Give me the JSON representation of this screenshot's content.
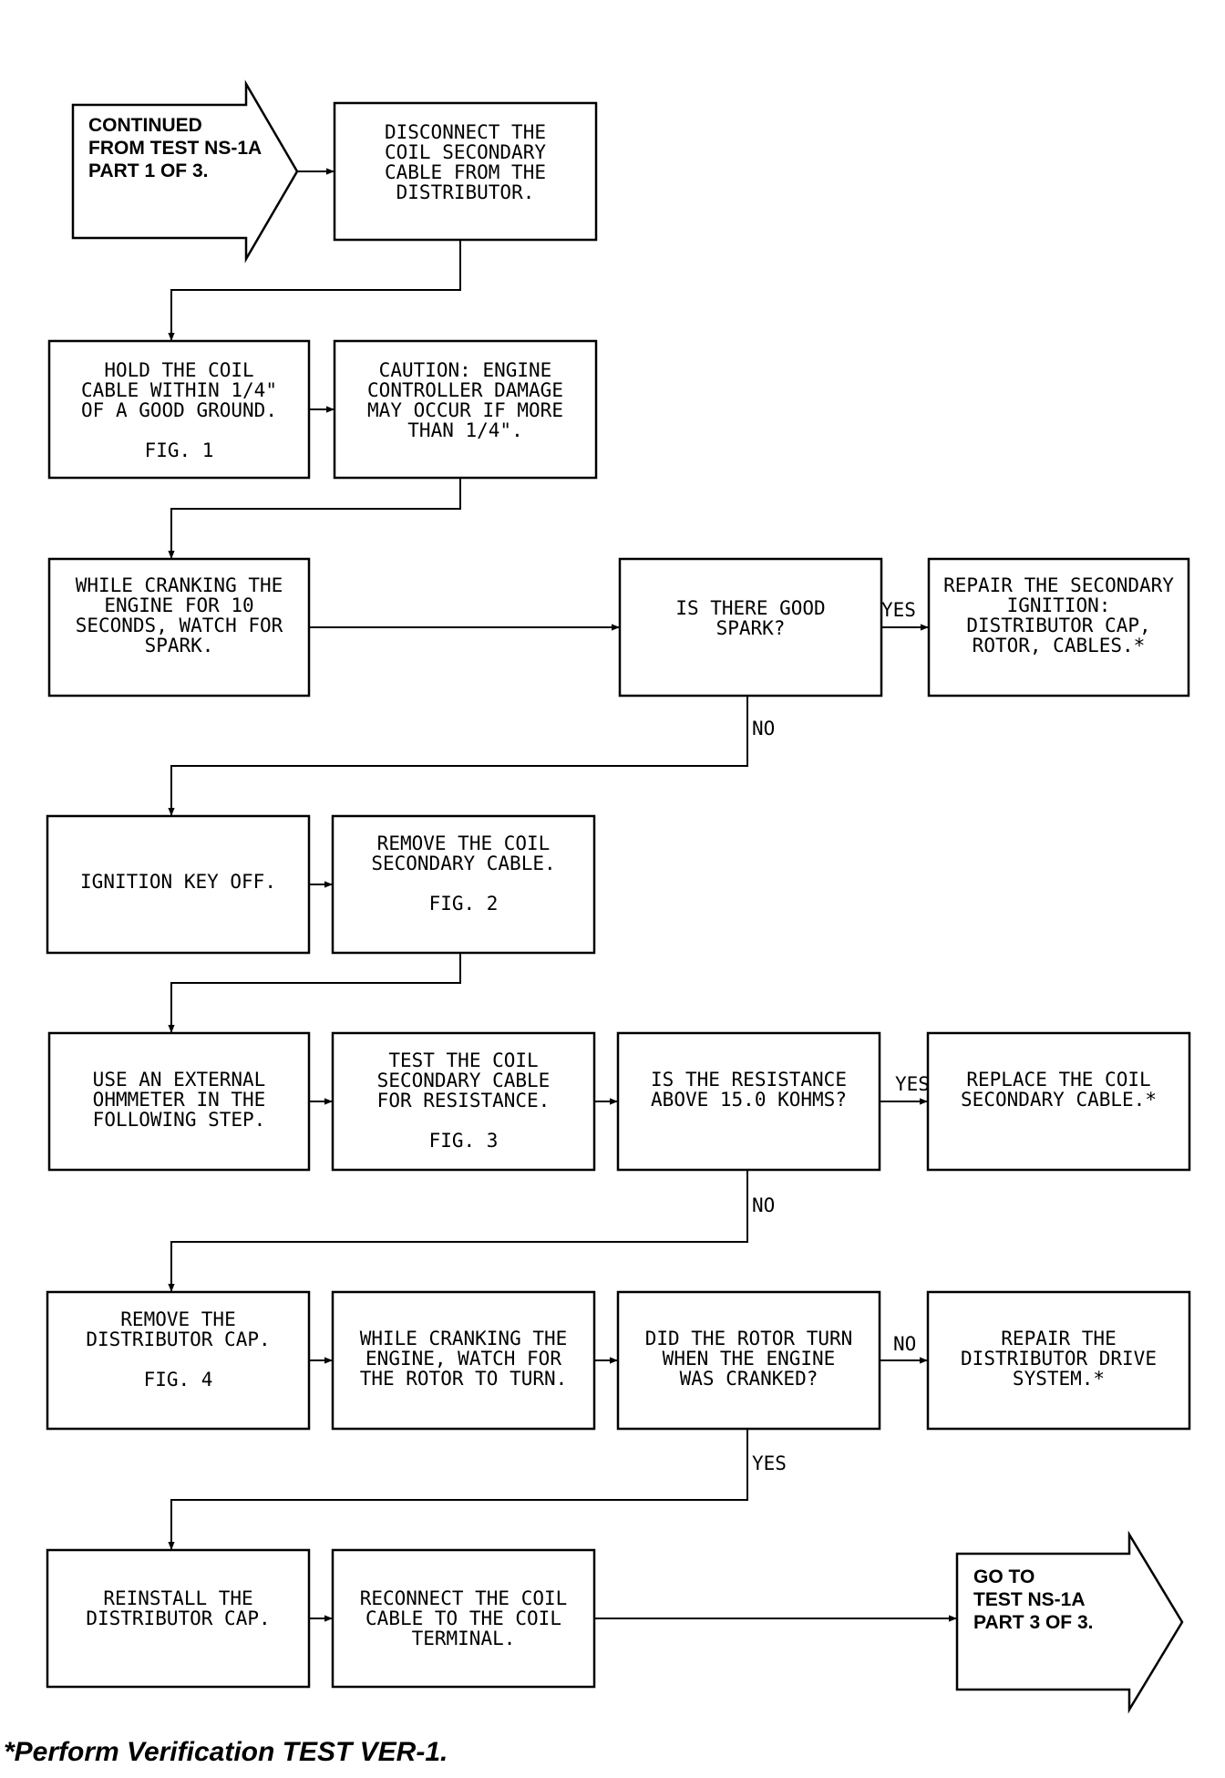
{
  "flowchart": {
    "start": {
      "lines": [
        "CONTINUED",
        "FROM TEST NS-1A",
        "PART 1 OF 3."
      ]
    },
    "end": {
      "lines": [
        "GO TO",
        "TEST NS-1A",
        "PART 3 OF 3."
      ]
    },
    "steps": [
      {
        "id": "disconnect-coil-cable",
        "lines": [
          "DISCONNECT THE",
          "COIL SECONDARY",
          "CABLE FROM THE",
          "DISTRIBUTOR."
        ]
      },
      {
        "id": "hold-coil-cable",
        "lines": [
          "HOLD THE COIL",
          "CABLE WITHIN 1/4\"",
          "OF A GOOD GROUND.",
          "",
          "FIG. 1"
        ]
      },
      {
        "id": "caution-controller",
        "lines": [
          "CAUTION: ENGINE",
          "CONTROLLER DAMAGE",
          "MAY OCCUR IF MORE",
          "THAN 1/4\"."
        ]
      },
      {
        "id": "watch-for-spark",
        "lines": [
          "WHILE CRANKING THE",
          "ENGINE FOR 10",
          "SECONDS, WATCH FOR",
          "SPARK."
        ]
      },
      {
        "id": "good-spark-question",
        "lines": [
          "IS THERE GOOD",
          "SPARK?"
        ]
      },
      {
        "id": "repair-secondary-ignition",
        "lines": [
          "REPAIR THE SECONDARY",
          "IGNITION:",
          "DISTRIBUTOR CAP,",
          "ROTOR, CABLES.*"
        ]
      },
      {
        "id": "ignition-key-off",
        "lines": [
          "IGNITION KEY OFF."
        ]
      },
      {
        "id": "remove-coil-cable",
        "lines": [
          "REMOVE THE COIL",
          "SECONDARY CABLE.",
          "",
          "FIG. 2"
        ]
      },
      {
        "id": "use-ohmmeter",
        "lines": [
          "USE AN EXTERNAL",
          "OHMMETER IN THE",
          "FOLLOWING STEP."
        ]
      },
      {
        "id": "test-coil-cable",
        "lines": [
          "TEST THE COIL",
          "SECONDARY CABLE",
          "FOR RESISTANCE.",
          "",
          "FIG. 3"
        ]
      },
      {
        "id": "resistance-question",
        "lines": [
          "IS THE RESISTANCE",
          "ABOVE 15.0 KOHMS?"
        ]
      },
      {
        "id": "replace-coil-cable",
        "lines": [
          "REPLACE THE COIL",
          "SECONDARY CABLE.*"
        ]
      },
      {
        "id": "remove-distributor-cap",
        "lines": [
          "REMOVE THE",
          "DISTRIBUTOR CAP.",
          "",
          "FIG. 4"
        ]
      },
      {
        "id": "watch-rotor",
        "lines": [
          "WHILE CRANKING THE",
          "ENGINE, WATCH FOR",
          "THE ROTOR TO TURN."
        ]
      },
      {
        "id": "rotor-question",
        "lines": [
          "DID THE ROTOR TURN",
          "WHEN THE ENGINE",
          "WAS CRANKED?"
        ]
      },
      {
        "id": "repair-distributor-drive",
        "lines": [
          "REPAIR THE",
          "DISTRIBUTOR DRIVE",
          "SYSTEM.*"
        ]
      },
      {
        "id": "reinstall-distributor-cap",
        "lines": [
          "REINSTALL THE",
          "DISTRIBUTOR CAP."
        ]
      },
      {
        "id": "reconnect-coil-cable",
        "lines": [
          "RECONNECT THE COIL",
          "CABLE TO THE COIL",
          "TERMINAL."
        ]
      }
    ],
    "branch_labels": {
      "spark_yes": "YES",
      "spark_no": "NO",
      "resistance_yes": "YES",
      "resistance_no": "NO",
      "rotor_no": "NO",
      "rotor_yes": "YES"
    }
  },
  "footnote": "*Perform Verification TEST VER-1."
}
